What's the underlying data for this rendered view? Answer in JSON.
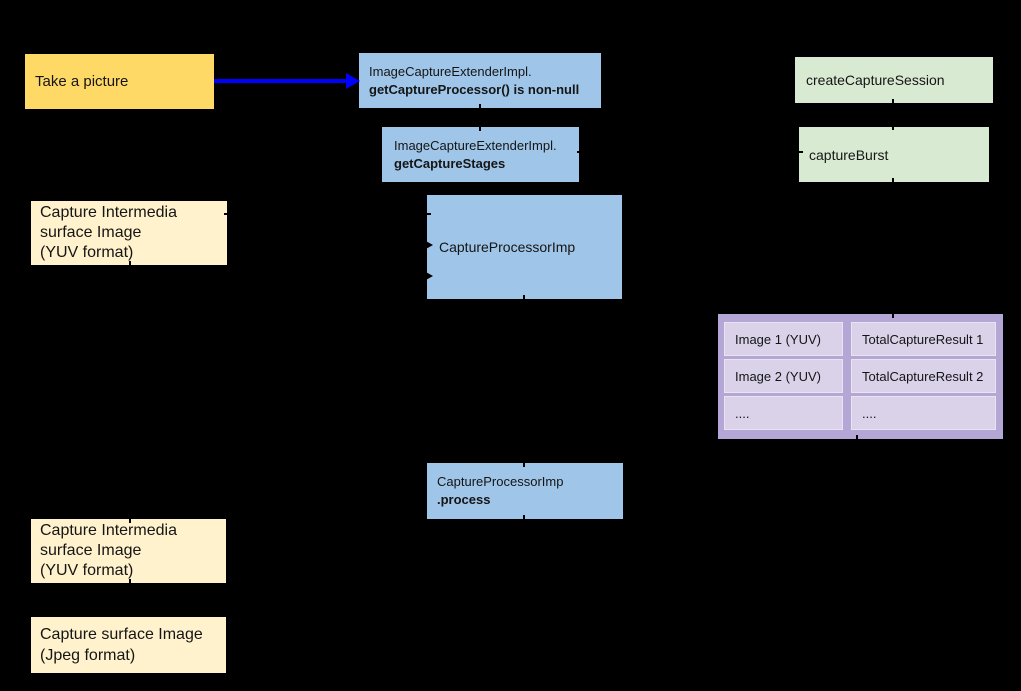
{
  "colors": {
    "background": "#000000",
    "gold": "#FFD966",
    "cream": "#FFF2CC",
    "blue": "#9FC5E8",
    "green": "#D9EAD3",
    "purple_outer": "#B4A7D6",
    "purple_cell": "#D9D2E9",
    "arrow_blue": "#0000FF",
    "connector_black": "#000000",
    "text": "#151515"
  },
  "nodes": {
    "take_a_picture": {
      "label": "Take a picture"
    },
    "get_capture_processor": {
      "line1": "ImageCaptureExtenderImpl.",
      "line2": "getCaptureProcessor() is non-null"
    },
    "get_capture_stages": {
      "line1": "ImageCaptureExtenderImpl.",
      "line2": "getCaptureStages"
    },
    "create_capture_session": {
      "label": "createCaptureSession"
    },
    "capture_burst": {
      "label": "captureBurst"
    },
    "capture_processor_imp": {
      "label": "CaptureProcessorImp"
    },
    "capture_intermedia_top": {
      "line1": "Capture Intermedia",
      "line2": "surface Image",
      "line3": "(YUV format)"
    },
    "capture_processor_process": {
      "line1": "CaptureProcessorImp",
      "line2": ".process"
    },
    "capture_intermedia_bottom": {
      "line1": "Capture Intermedia",
      "line2": "surface Image",
      "line3": "(YUV format)"
    },
    "capture_surface_jpeg": {
      "line1": "Capture surface Image",
      "line2": "(Jpeg format)"
    }
  },
  "result_table": {
    "rows": [
      {
        "image": "Image 1 (YUV)",
        "result": "TotalCaptureResult 1"
      },
      {
        "image": "Image 2 (YUV)",
        "result": "TotalCaptureResult 2"
      },
      {
        "image": "....",
        "result": "...."
      }
    ]
  }
}
